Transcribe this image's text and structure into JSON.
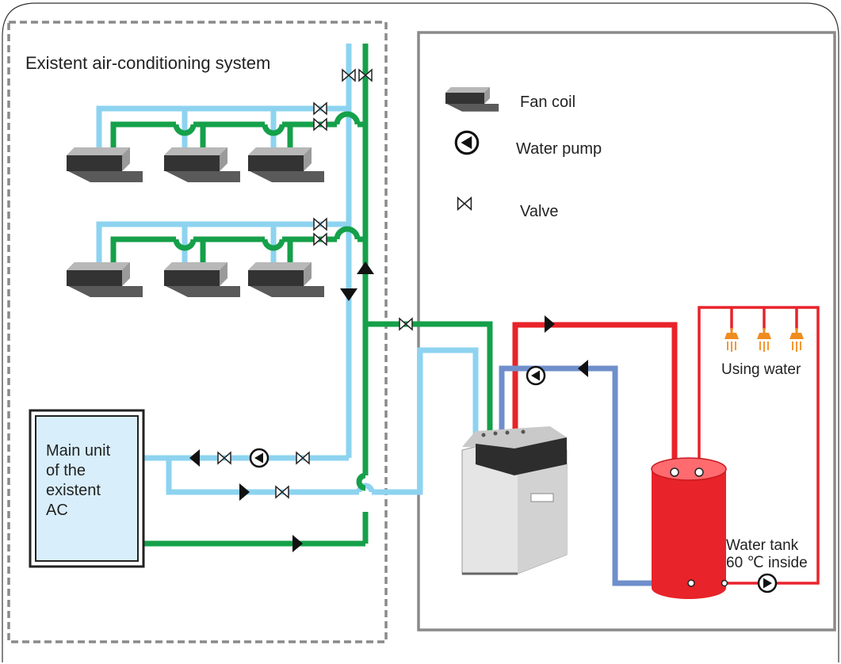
{
  "labels": {
    "system_title": "Existent air-conditioning system",
    "legend": {
      "fan_coil": "Fan coil",
      "water_pump": "Water pump",
      "valve": "Valve"
    },
    "main_unit": [
      "Main unit",
      "of the",
      "existent",
      "AC"
    ],
    "using_water": "Using water",
    "tank": [
      "Water tank",
      "60 ℃ inside"
    ]
  },
  "icons": [
    "fan-coil-icon",
    "water-pump-icon",
    "valve-icon",
    "shower-icon",
    "flow-arrow-icon",
    "heat-pump-unit",
    "water-tank"
  ],
  "colors": {
    "light_blue": "#8dd3f0",
    "green": "#15a04a",
    "red": "#e8232a",
    "dark_blue": "#6f8fcb",
    "orange": "#f08c1e",
    "border": "#888888"
  }
}
